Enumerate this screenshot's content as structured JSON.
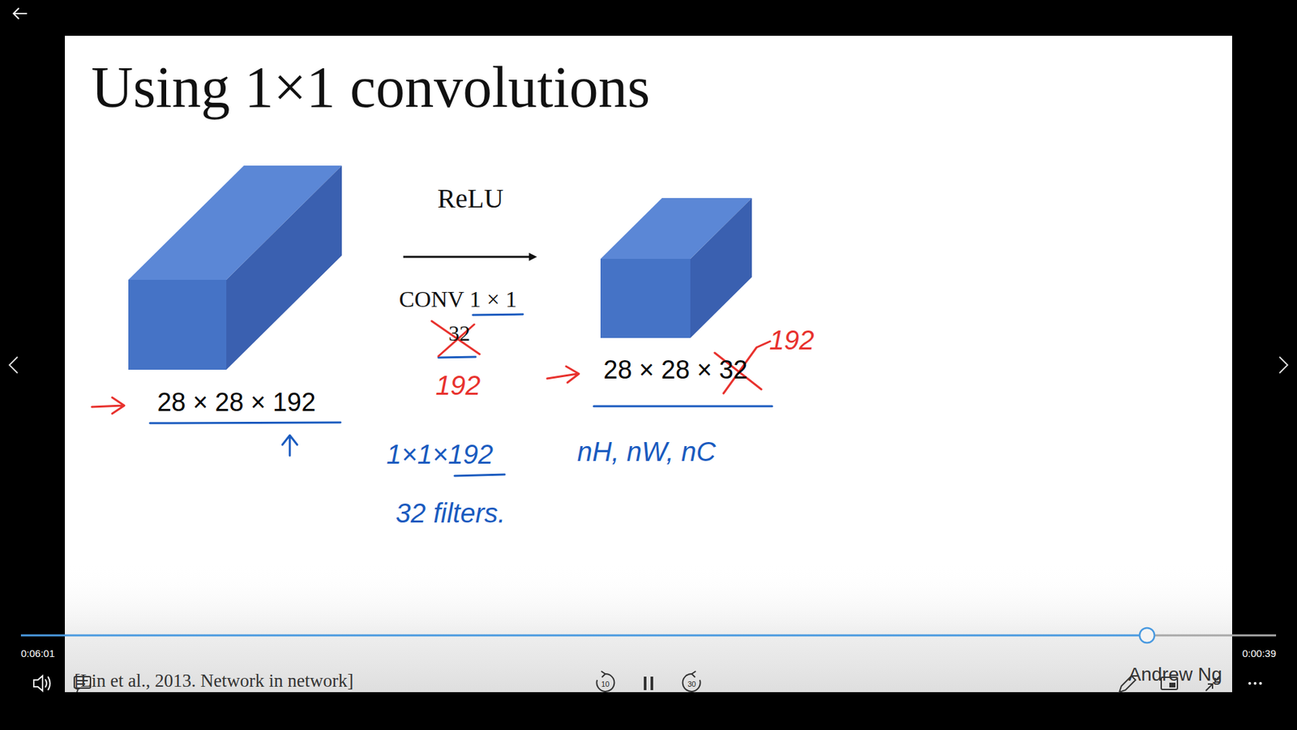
{
  "diagram": {
    "title": "Using 1×1 convolutions",
    "nodes": [
      {
        "text": [
          "28 × 28 × 192"
        ]
      },
      {
        "text": [
          "28 × 28 × 32"
        ]
      }
    ],
    "edges": [
      {
        "from": 0,
        "to": 1,
        "arrow": "to",
        "label": "ReLU"
      }
    ],
    "labels": [
      "CONV 1 × 1",
      "32",
      "192",
      "192",
      "1×1×192",
      "32 filters.",
      "nH, nW, nC",
      "[Lin et al., 2013. Network in network]",
      "Andrew Ng",
      "0:06:01",
      "0:00:39",
      "10",
      "30"
    ]
  }
}
